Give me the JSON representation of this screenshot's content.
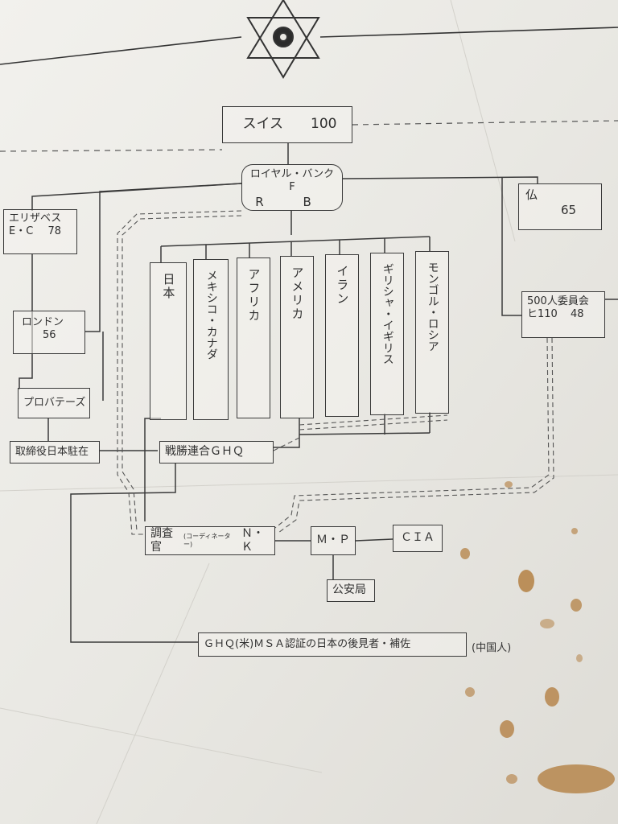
{
  "diagram": {
    "switzerland": {
      "name": "スイス",
      "value": "100"
    },
    "royal_bank": {
      "line1": "ロイヤル・バンク",
      "line2": "F",
      "line3": "R B"
    },
    "elizabeth": {
      "name": "エリザベス",
      "sub": "E・C",
      "value": "78"
    },
    "london": {
      "name": "ロンドン",
      "value": "56"
    },
    "providence": {
      "name": "プロバテーズ"
    },
    "director_japan": {
      "name": "取締役日本駐在"
    },
    "france": {
      "name": "仏",
      "value": "65"
    },
    "committee": {
      "name": "500人委員会",
      "code": "ヒ110",
      "value": "48"
    },
    "nations": [
      {
        "key": "japan",
        "name": "日本"
      },
      {
        "key": "mexico-canada",
        "name": "メキシコ・カナダ"
      },
      {
        "key": "africa",
        "name": "アフリカ"
      },
      {
        "key": "america",
        "name": "アメリカ"
      },
      {
        "key": "iran",
        "name": "イラン"
      },
      {
        "key": "greece-england",
        "name": "ギリシャ・イギリス"
      },
      {
        "key": "mongol-russia",
        "name": "モンゴル・ロシア"
      }
    ],
    "ghq": {
      "name": "戦勝連合ＧＨＱ"
    },
    "investigator": {
      "name": "調査官",
      "small": "(コーディネーター)",
      "code": "Ｎ・Ｋ"
    },
    "mp": {
      "name": "Ｍ・Ｐ"
    },
    "cia": {
      "name": "ＣＩＡ"
    },
    "public_security": {
      "name": "公安局"
    },
    "msa": {
      "name": "ＧＨＱ(米)ＭＳＡ認証の日本の後見者・補佐"
    },
    "msa_note": {
      "text": "(中国人)"
    }
  },
  "colors": {
    "paper": "#ecebe6",
    "ink": "#3a3a3a",
    "stain": "#b07a3a"
  },
  "icons": {
    "emblem": "star-of-david-icon"
  }
}
